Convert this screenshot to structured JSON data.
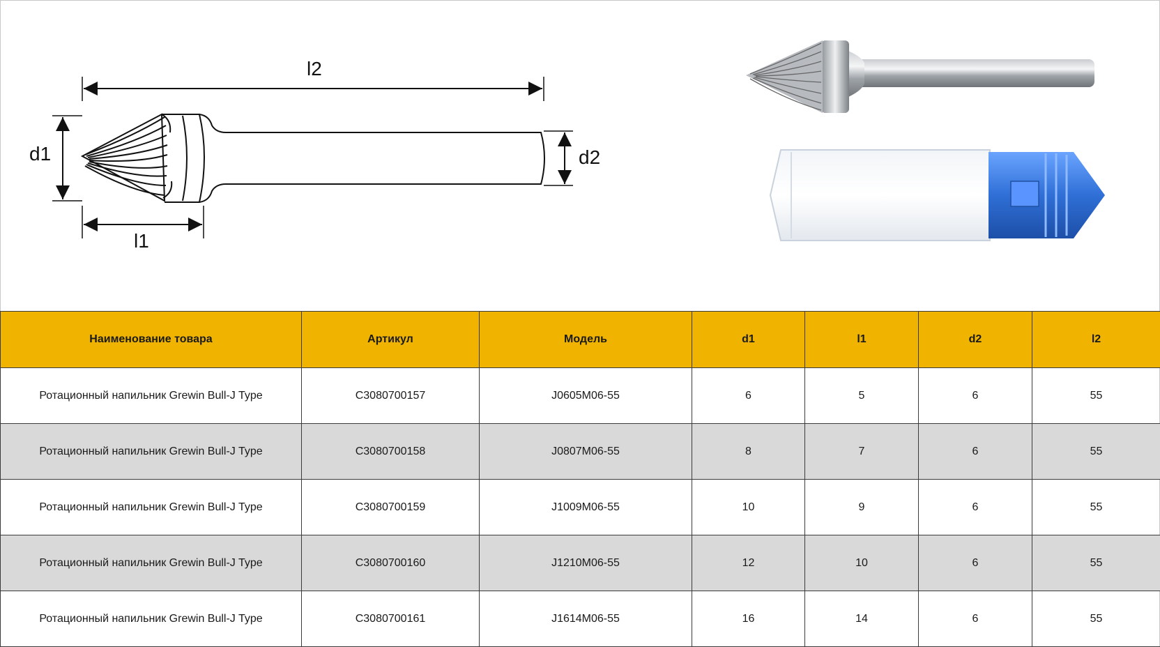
{
  "drawing": {
    "labels": {
      "l2": "l2",
      "d1": "d1",
      "d2": "d2",
      "l1": "l1"
    }
  },
  "table": {
    "headers": [
      "Наименование товара",
      "Артикул",
      "Модель",
      "d1",
      "l1",
      "d2",
      "l2"
    ],
    "rows": [
      [
        "Ротационный напильник Grewin Bull-J Type",
        "C3080700157",
        "J0605M06-55",
        "6",
        "5",
        "6",
        "55"
      ],
      [
        "Ротационный напильник Grewin Bull-J Type",
        "C3080700158",
        "J0807M06-55",
        "8",
        "7",
        "6",
        "55"
      ],
      [
        "Ротационный напильник Grewin Bull-J Type",
        "C3080700159",
        "J1009M06-55",
        "10",
        "9",
        "6",
        "55"
      ],
      [
        "Ротационный напильник Grewin Bull-J Type",
        "C3080700160",
        "J1210M06-55",
        "12",
        "10",
        "6",
        "55"
      ],
      [
        "Ротационный напильник Grewin Bull-J Type",
        "C3080700161",
        "J1614M06-55",
        "16",
        "14",
        "6",
        "55"
      ]
    ]
  },
  "colors": {
    "header_bg": "#f0b400",
    "alt_row_bg": "#d9d9d9",
    "box_cap": "#2f6fd6"
  }
}
